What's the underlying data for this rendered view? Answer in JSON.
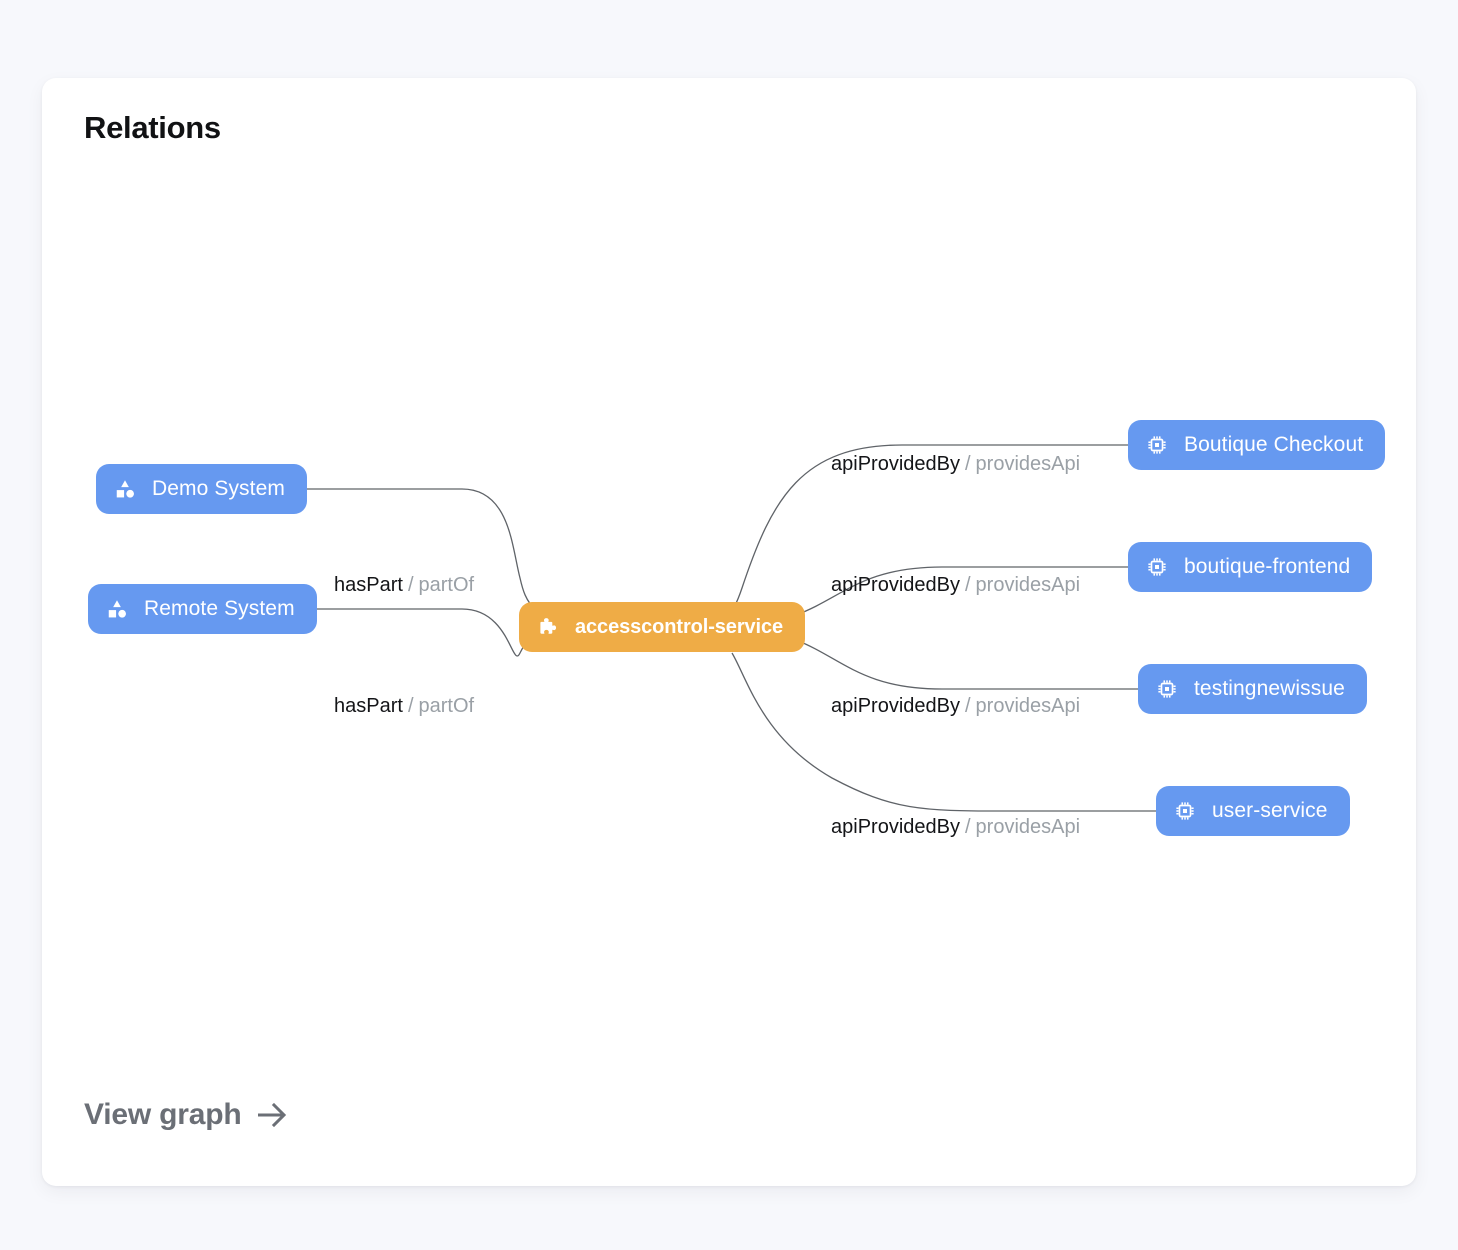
{
  "card": {
    "title": "Relations"
  },
  "footer": {
    "view_graph_label": "View graph",
    "arrow_icon": "arrow-right-icon"
  },
  "graph": {
    "center_node": {
      "label": "accesscontrol-service",
      "icon": "puzzle-piece-icon",
      "color": "#efac46",
      "kind": "component"
    },
    "left_nodes": [
      {
        "label": "Demo System",
        "icon": "shapes-icon",
        "color": "#6699f0",
        "kind": "system"
      },
      {
        "label": "Remote System",
        "icon": "shapes-icon",
        "color": "#6699f0",
        "kind": "system"
      }
    ],
    "right_nodes": [
      {
        "label": "Boutique Checkout",
        "icon": "cpu-icon",
        "color": "#6699f0",
        "kind": "api"
      },
      {
        "label": "boutique-frontend",
        "icon": "cpu-icon",
        "color": "#6699f0",
        "kind": "api"
      },
      {
        "label": "testingnewissue",
        "icon": "cpu-icon",
        "color": "#6699f0",
        "kind": "api"
      },
      {
        "label": "user-service",
        "icon": "cpu-icon",
        "color": "#6699f0",
        "kind": "api"
      }
    ],
    "edges": [
      {
        "forward": "hasPart",
        "separator": "/",
        "reverse": "partOf",
        "from": "Demo System",
        "to": "accesscontrol-service"
      },
      {
        "forward": "hasPart",
        "separator": "/",
        "reverse": "partOf",
        "from": "Remote System",
        "to": "accesscontrol-service"
      },
      {
        "forward": "apiProvidedBy",
        "separator": "/",
        "reverse": "providesApi",
        "from": "accesscontrol-service",
        "to": "Boutique Checkout"
      },
      {
        "forward": "apiProvidedBy",
        "separator": "/",
        "reverse": "providesApi",
        "from": "accesscontrol-service",
        "to": "boutique-frontend"
      },
      {
        "forward": "apiProvidedBy",
        "separator": "/",
        "reverse": "providesApi",
        "from": "accesscontrol-service",
        "to": "testingnewissue"
      },
      {
        "forward": "apiProvidedBy",
        "separator": "/",
        "reverse": "providesApi",
        "from": "accesscontrol-service",
        "to": "user-service"
      }
    ]
  }
}
